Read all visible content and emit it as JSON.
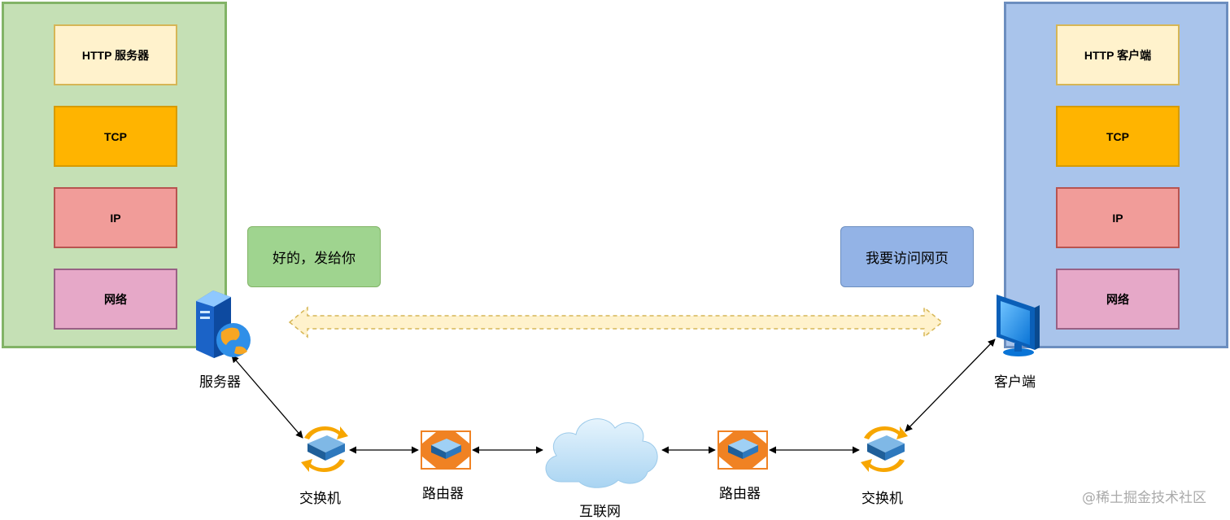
{
  "server_stack": {
    "layers": [
      "HTTP 服务器",
      "TCP",
      "IP",
      "网络"
    ]
  },
  "client_stack": {
    "layers": [
      "HTTP 客户端",
      "TCP",
      "IP",
      "网络"
    ]
  },
  "messages": {
    "server_reply": "好的，发给你",
    "client_request": "我要访问网页"
  },
  "nodes": {
    "server": "服务器",
    "client": "客户端",
    "switch_left": "交换机",
    "router_left": "路由器",
    "internet": "互联网",
    "router_right": "路由器",
    "switch_right": "交换机"
  },
  "watermark": "@稀土掘金技术社区",
  "colors": {
    "server_panel": "#c5e0b5",
    "client_panel": "#a9c4eb",
    "http_layer": "#fff2cc",
    "tcp_layer": "#ffb400",
    "ip_layer": "#f19c99",
    "network_layer": "#e6a8c8",
    "router": "#f08223",
    "cloud": "#bfe1f7",
    "flow_arrow": "#fff2cc"
  },
  "icons": {
    "server": "server-globe-icon",
    "client": "monitor-icon",
    "switch": "switch-icon",
    "router": "router-icon",
    "internet": "cloud-icon"
  }
}
